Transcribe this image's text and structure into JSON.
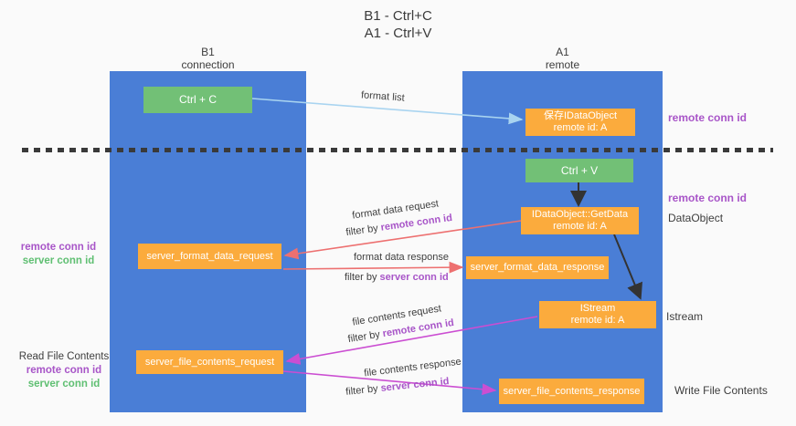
{
  "title": {
    "line1": "B1 - Ctrl+C",
    "line2": "A1 - Ctrl+V"
  },
  "columns": {
    "left": {
      "header_line1": "B1",
      "header_line2": "connection"
    },
    "right": {
      "header_line1": "A1",
      "header_line2": "remote"
    }
  },
  "nodes": {
    "ctrl_c": "Ctrl + C",
    "ctrl_v": "Ctrl + V",
    "save_idataobject": {
      "line1": "保存IDataObject",
      "line2": "remote id: A"
    },
    "idataobject_getdata": {
      "line1": "IDataObject::GetData",
      "line2": "remote id: A"
    },
    "istream": {
      "line1": "IStream",
      "line2": "remote id: A"
    },
    "server_format_data_request": "server_format_data_request",
    "server_format_data_response": "server_format_data_response",
    "server_file_contents_request": "server_file_contents_request",
    "server_file_contents_response": "server_file_contents_response"
  },
  "arrow_labels": {
    "format_list": "format list",
    "format_data_request": "format data request",
    "format_data_response": "format data response",
    "file_contents_request": "file contents request",
    "file_contents_response": "file contents response",
    "filter_by": "filter by",
    "remote_conn_id": "remote conn id",
    "server_conn_id": "server conn id"
  },
  "side_annotations": {
    "right_remote_conn_id_top": "remote conn id",
    "right_remote_conn_id_mid": "remote conn id",
    "dataobject": "DataObject",
    "istream": "Istream",
    "write_file_contents": "Write File Contents",
    "left_remote_conn_id": "remote conn id",
    "left_server_conn_id": "server conn id",
    "read_file_contents": "Read File Contents",
    "read_remote_conn_id": "remote conn id",
    "read_server_conn_id": "server conn id"
  },
  "colors": {
    "column_blue": "#4a7ed6",
    "box_orange": "#fbab3d",
    "box_green": "#72c076",
    "purple_text": "#a855c8",
    "green_text": "#5fbf72",
    "arrow_red": "#ed7070",
    "arrow_magenta": "#cb4ed2",
    "arrow_blue": "#a9d4f0",
    "arrow_black": "#333333"
  }
}
